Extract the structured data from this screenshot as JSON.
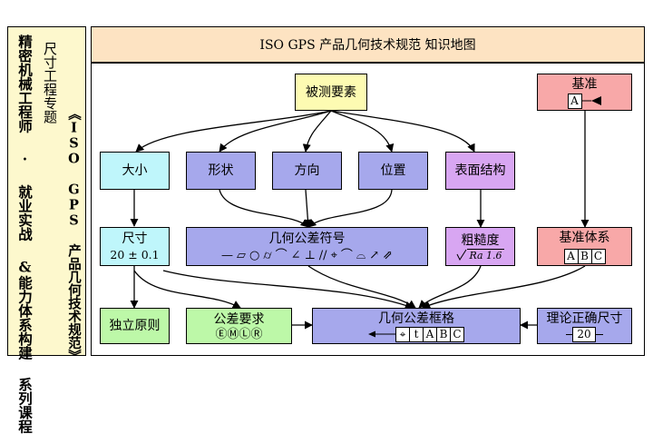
{
  "series": {
    "title": "精密机械工程师 · 就业实战 &能力体系构建 系列课程",
    "topic": "尺寸工程专题",
    "book": "《ISO GPS 产品几何技术规范》"
  },
  "header": {
    "title": "ISO GPS 产品几何技术规范 知识地图"
  },
  "nodes": {
    "feature": {
      "label": "被测要素"
    },
    "datum": {
      "label": "基准",
      "tag": "A"
    },
    "size": {
      "label": "大小"
    },
    "form": {
      "label": "形状"
    },
    "orientation": {
      "label": "方向"
    },
    "location": {
      "label": "位置"
    },
    "surface": {
      "label": "表面结构"
    },
    "dimension": {
      "label": "尺寸",
      "value": "20 ± 0.1"
    },
    "gtol_symbols": {
      "label": "几何公差符号",
      "symbols": [
        "—",
        "▱",
        "○",
        "⌭",
        "⌒",
        "∠",
        "⊥",
        "//",
        "⌖",
        "⌒",
        "⌓",
        "↗",
        "⇗"
      ]
    },
    "roughness": {
      "label": "粗糙度",
      "value": "Ra 1.6"
    },
    "datum_system": {
      "label": "基准体系",
      "cells": [
        "A",
        "B",
        "C"
      ]
    },
    "independence": {
      "label": "独立原则"
    },
    "tol_requirements": {
      "label": "公差要求",
      "modifiers": [
        "Ⓔ",
        "Ⓜ",
        "Ⓛ",
        "Ⓡ"
      ]
    },
    "fcf": {
      "label": "几何公差框格",
      "cells": [
        "⌖",
        "t",
        "A",
        "B",
        "C"
      ]
    },
    "tec": {
      "label": "理论正确尺寸",
      "value": "20"
    }
  },
  "colors": {
    "yellow": "#fdfbb2",
    "cyan": "#bff6fb",
    "blue": "#a6a8ec",
    "purple": "#d8a6f2",
    "pink": "#f8a8a8",
    "green": "#bdf8a8",
    "panel": "#fdf8cd",
    "header": "#fde3c2"
  }
}
